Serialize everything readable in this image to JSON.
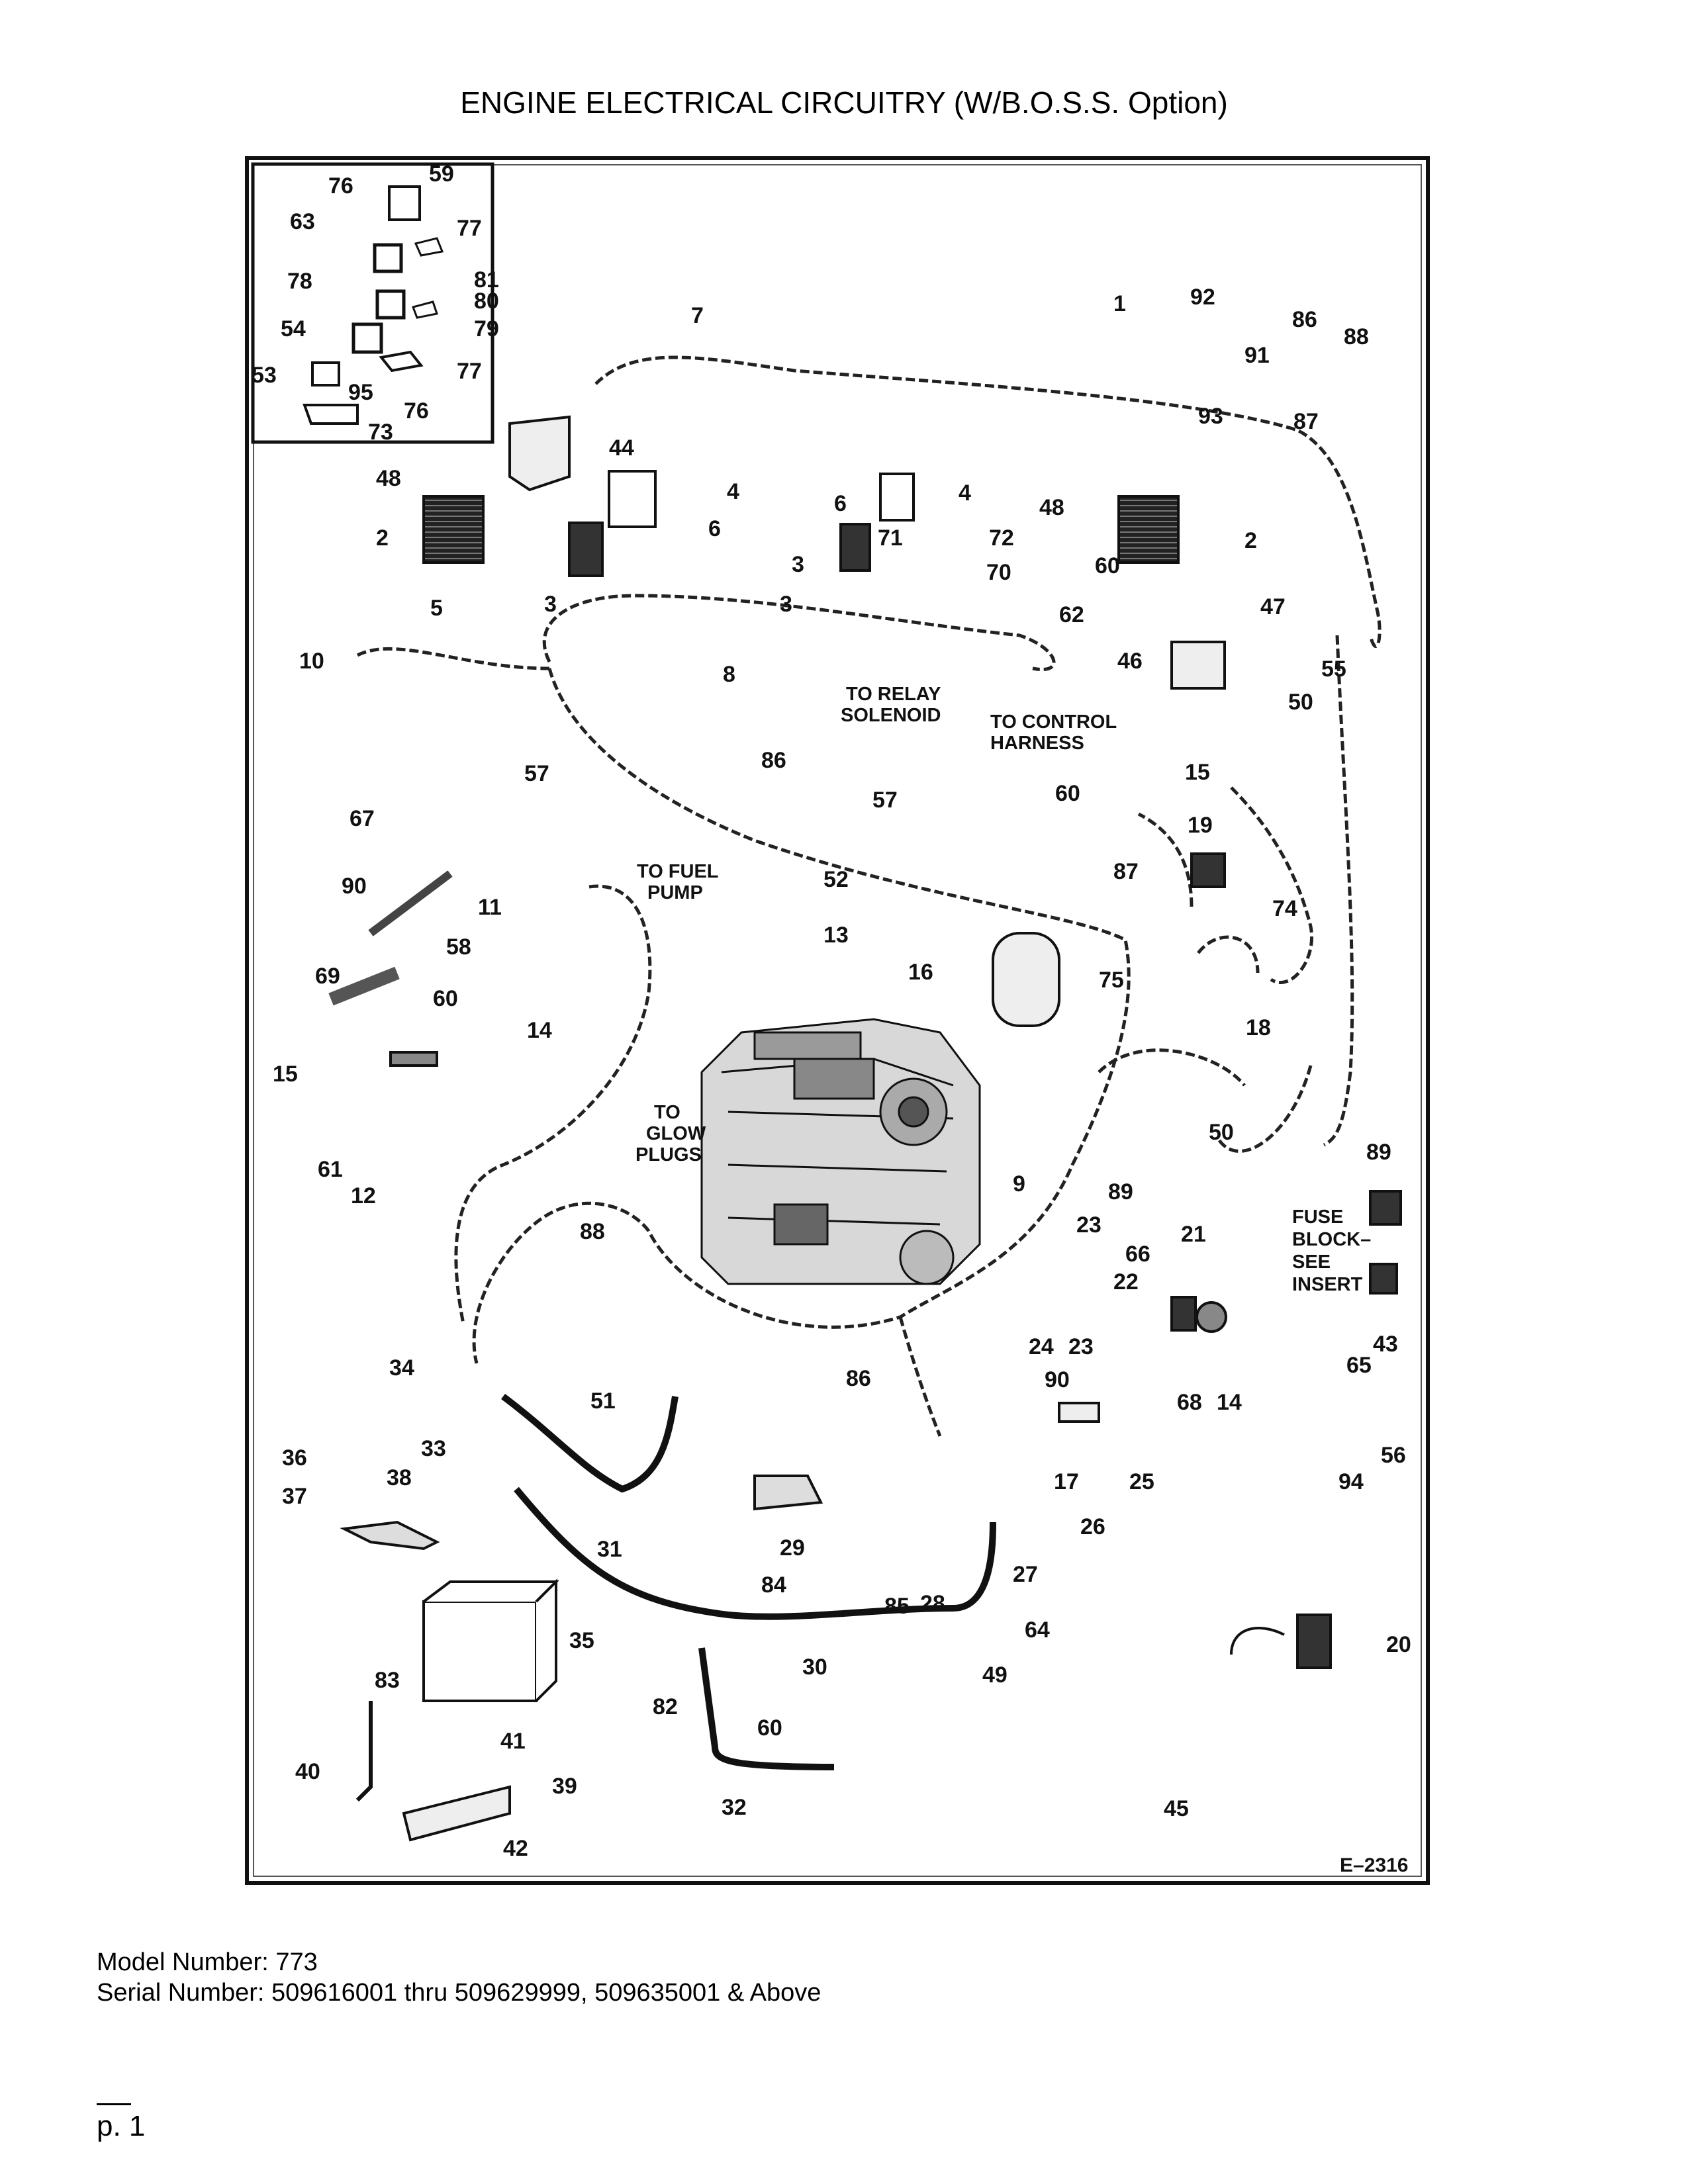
{
  "title": "ENGINE ELECTRICAL CIRCUITRY (W/B.O.S.S. Option)",
  "figure_id": "E–2316",
  "notes": {
    "to_relay_solenoid_1": "TO RELAY",
    "to_relay_solenoid_2": "SOLENOID",
    "to_control_harness_1": "TO CONTROL",
    "to_control_harness_2": "HARNESS",
    "to_fuel_pump_1": "TO FUEL",
    "to_fuel_pump_2": "PUMP",
    "to_glow_plugs_1": "TO",
    "to_glow_plugs_2": "GLOW",
    "to_glow_plugs_3": "PLUGS",
    "fuse_block_1": "FUSE",
    "fuse_block_2": "BLOCK–",
    "fuse_block_3": "SEE",
    "fuse_block_4": "INSERT"
  },
  "callouts": [
    {
      "n": "76"
    },
    {
      "n": "59"
    },
    {
      "n": "63"
    },
    {
      "n": "77"
    },
    {
      "n": "78"
    },
    {
      "n": "81"
    },
    {
      "n": "80"
    },
    {
      "n": "79"
    },
    {
      "n": "54"
    },
    {
      "n": "77"
    },
    {
      "n": "53"
    },
    {
      "n": "95"
    },
    {
      "n": "76"
    },
    {
      "n": "73"
    },
    {
      "n": "7"
    },
    {
      "n": "1"
    },
    {
      "n": "92"
    },
    {
      "n": "86"
    },
    {
      "n": "88"
    },
    {
      "n": "91"
    },
    {
      "n": "93"
    },
    {
      "n": "87"
    },
    {
      "n": "44"
    },
    {
      "n": "48"
    },
    {
      "n": "4"
    },
    {
      "n": "2"
    },
    {
      "n": "6"
    },
    {
      "n": "6"
    },
    {
      "n": "4"
    },
    {
      "n": "48"
    },
    {
      "n": "2"
    },
    {
      "n": "3"
    },
    {
      "n": "71"
    },
    {
      "n": "72"
    },
    {
      "n": "3"
    },
    {
      "n": "70"
    },
    {
      "n": "60"
    },
    {
      "n": "5"
    },
    {
      "n": "3"
    },
    {
      "n": "62"
    },
    {
      "n": "47"
    },
    {
      "n": "10"
    },
    {
      "n": "8"
    },
    {
      "n": "46"
    },
    {
      "n": "55"
    },
    {
      "n": "50"
    },
    {
      "n": "86"
    },
    {
      "n": "57"
    },
    {
      "n": "15"
    },
    {
      "n": "57"
    },
    {
      "n": "60"
    },
    {
      "n": "67"
    },
    {
      "n": "19"
    },
    {
      "n": "90"
    },
    {
      "n": "52"
    },
    {
      "n": "87"
    },
    {
      "n": "11"
    },
    {
      "n": "74"
    },
    {
      "n": "13"
    },
    {
      "n": "58"
    },
    {
      "n": "69"
    },
    {
      "n": "16"
    },
    {
      "n": "75"
    },
    {
      "n": "60"
    },
    {
      "n": "14"
    },
    {
      "n": "18"
    },
    {
      "n": "15"
    },
    {
      "n": "50"
    },
    {
      "n": "61"
    },
    {
      "n": "12"
    },
    {
      "n": "9"
    },
    {
      "n": "89"
    },
    {
      "n": "89"
    },
    {
      "n": "88"
    },
    {
      "n": "23"
    },
    {
      "n": "21"
    },
    {
      "n": "66"
    },
    {
      "n": "22"
    },
    {
      "n": "24"
    },
    {
      "n": "23"
    },
    {
      "n": "43"
    },
    {
      "n": "34"
    },
    {
      "n": "51"
    },
    {
      "n": "86"
    },
    {
      "n": "90"
    },
    {
      "n": "68"
    },
    {
      "n": "14"
    },
    {
      "n": "65"
    },
    {
      "n": "56"
    },
    {
      "n": "33"
    },
    {
      "n": "36"
    },
    {
      "n": "38"
    },
    {
      "n": "17"
    },
    {
      "n": "25"
    },
    {
      "n": "94"
    },
    {
      "n": "37"
    },
    {
      "n": "26"
    },
    {
      "n": "31"
    },
    {
      "n": "29"
    },
    {
      "n": "27"
    },
    {
      "n": "84"
    },
    {
      "n": "85"
    },
    {
      "n": "28"
    },
    {
      "n": "64"
    },
    {
      "n": "35"
    },
    {
      "n": "20"
    },
    {
      "n": "30"
    },
    {
      "n": "49"
    },
    {
      "n": "83"
    },
    {
      "n": "82"
    },
    {
      "n": "60"
    },
    {
      "n": "41"
    },
    {
      "n": "40"
    },
    {
      "n": "39"
    },
    {
      "n": "32"
    },
    {
      "n": "45"
    },
    {
      "n": "42"
    }
  ],
  "footer": {
    "model": "Model Number: 773",
    "serial": "Serial Number: 509616001 thru 509629999, 509635001 & Above",
    "page": "p. 1"
  }
}
